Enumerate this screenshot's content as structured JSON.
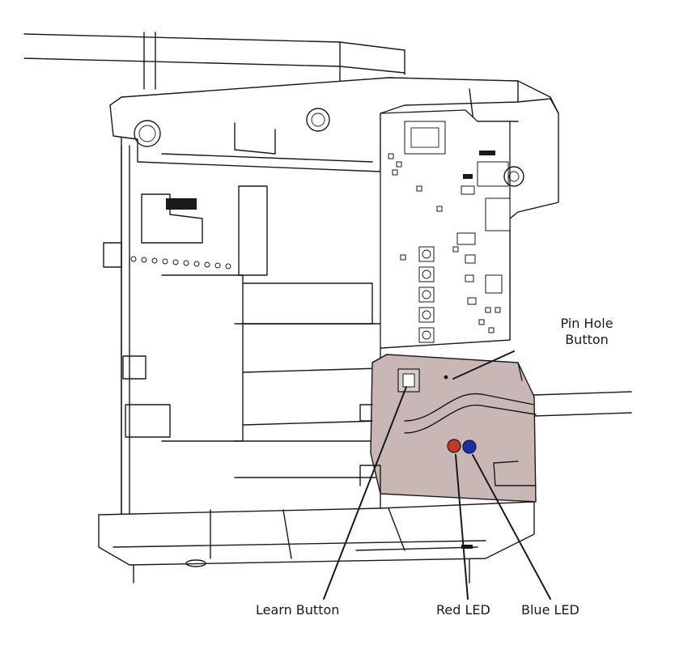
{
  "callouts": {
    "pin_hole_button": {
      "line1": "Pin Hole",
      "line2": "Button"
    },
    "learn_button": "Learn Button",
    "red_led": "Red LED",
    "blue_led": "Blue LED"
  },
  "colors": {
    "enclosure": "#c8b7b5",
    "red_led": "#c0392b",
    "blue_led": "#1f2fa8",
    "line": "#1a1a1a",
    "background": "#ffffff"
  }
}
